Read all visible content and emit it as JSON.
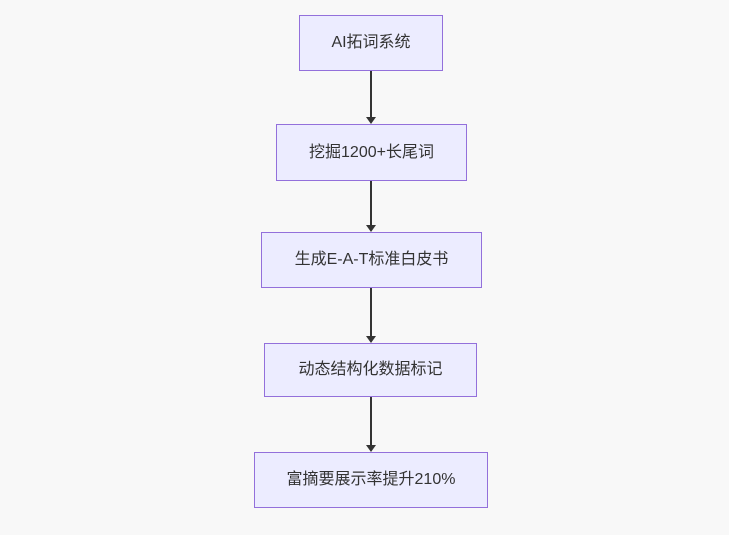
{
  "theme": {
    "canvas_bg": "#f8f8f8",
    "node_fill": "#ececff",
    "node_border": "#9370db",
    "edge_color": "#333333",
    "text_color": "#333333"
  },
  "flowchart": {
    "type": "flowchart",
    "direction": "top-to-bottom",
    "nodes": [
      {
        "label": "AI拓词系统"
      },
      {
        "label": "挖掘1200+长尾词"
      },
      {
        "label": "生成E-A-T标准白皮书"
      },
      {
        "label": "动态结构化数据标记"
      },
      {
        "label": "富摘要展示率提升210%"
      }
    ],
    "edges": [
      {
        "from": 0,
        "to": 1
      },
      {
        "from": 1,
        "to": 2
      },
      {
        "from": 2,
        "to": 3
      },
      {
        "from": 3,
        "to": 4
      }
    ]
  }
}
